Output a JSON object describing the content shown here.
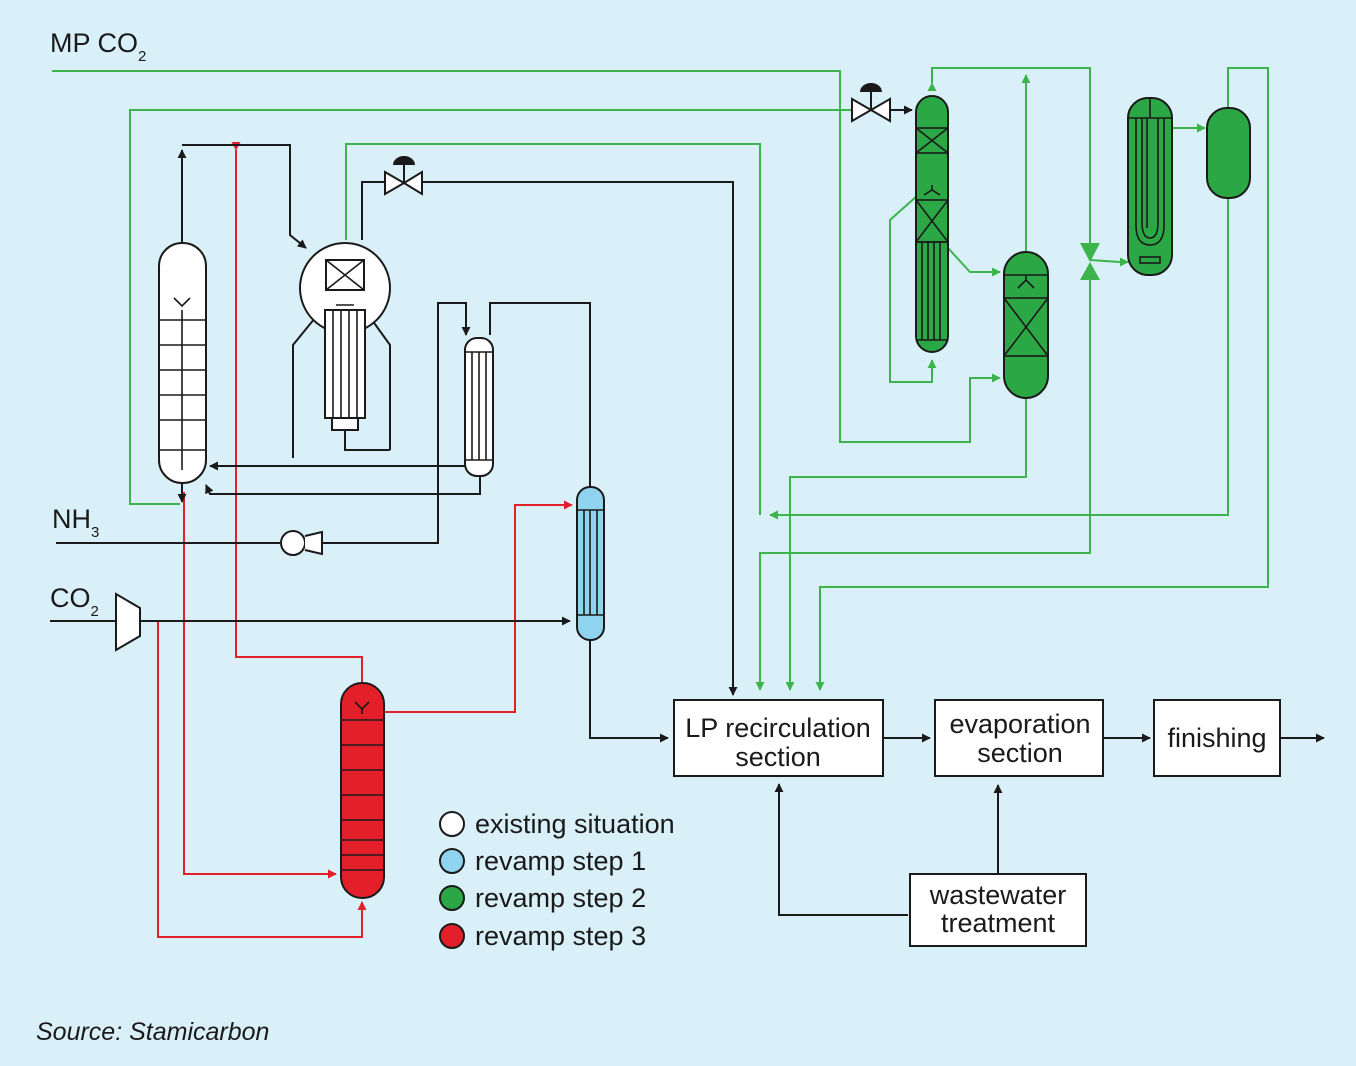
{
  "streams": {
    "mp_co2": "MP CO",
    "mp_co2_sub": "2",
    "nh3": "NH",
    "nh3_sub": "3",
    "co2": "CO",
    "co2_sub": "2"
  },
  "boxes": {
    "lp_line1": "LP recirculation",
    "lp_line2": "section",
    "evap_line1": "evaporation",
    "evap_line2": "section",
    "finishing": "finishing",
    "ww_line1": "wastewater",
    "ww_line2": "treatment"
  },
  "legend": [
    {
      "label": "existing situation",
      "color": "#ffffff"
    },
    {
      "label": "revamp step 1",
      "color": "#8fd3ef"
    },
    {
      "label": "revamp step 2",
      "color": "#2ba845"
    },
    {
      "label": "revamp step 3",
      "color": "#e3202a"
    }
  ],
  "source": "Source: Stamicarbon"
}
